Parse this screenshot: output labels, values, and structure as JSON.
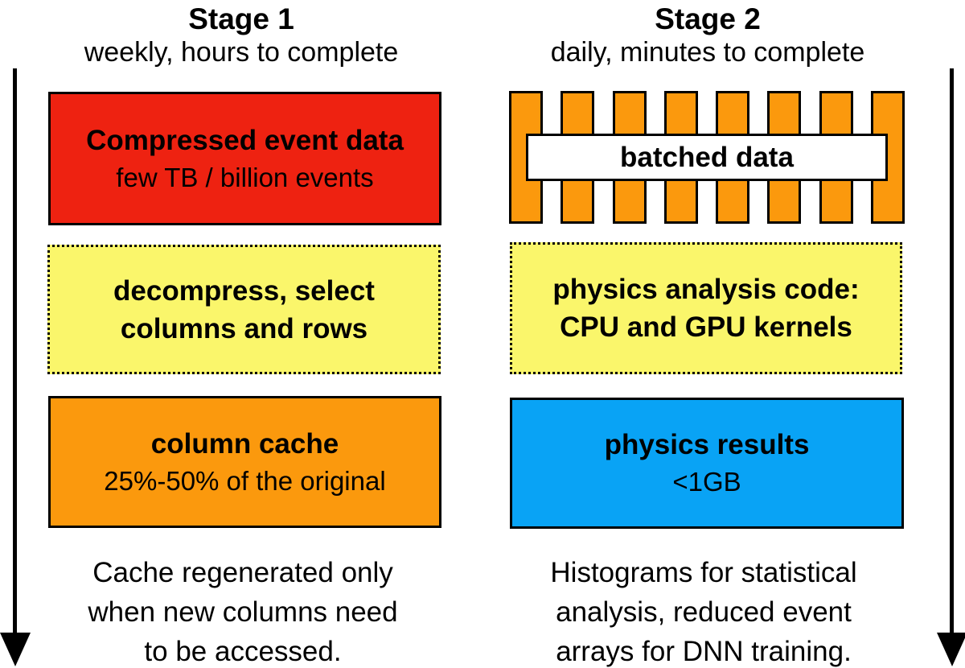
{
  "colors": {
    "red": "#ee2211",
    "orange": "#fb990d",
    "yellow": "#faf66b",
    "blue": "#09a3f5",
    "ink": "#000000"
  },
  "left": {
    "stage_title": "Stage 1",
    "stage_subtitle": "weekly, hours to complete",
    "box1": {
      "title": "Compressed event data",
      "subtitle": "few TB / billion events"
    },
    "box2": {
      "lines": [
        "decompress, select",
        "columns and rows"
      ]
    },
    "box3": {
      "title": "column cache",
      "subtitle": "25%-50% of the original"
    },
    "caption_lines": [
      "Cache regenerated only",
      "when new columns need",
      "to be accessed."
    ]
  },
  "right": {
    "stage_title": "Stage 2",
    "stage_subtitle": "daily, minutes to complete",
    "box1": {
      "label": "batched data",
      "bar_count": 8
    },
    "box2": {
      "lines": [
        "physics analysis code:",
        "CPU and GPU kernels"
      ]
    },
    "box3": {
      "title": "physics results",
      "subtitle": "<1GB"
    },
    "caption_lines": [
      "Histograms for statistical",
      "analysis, reduced event",
      "arrays for DNN training."
    ]
  }
}
